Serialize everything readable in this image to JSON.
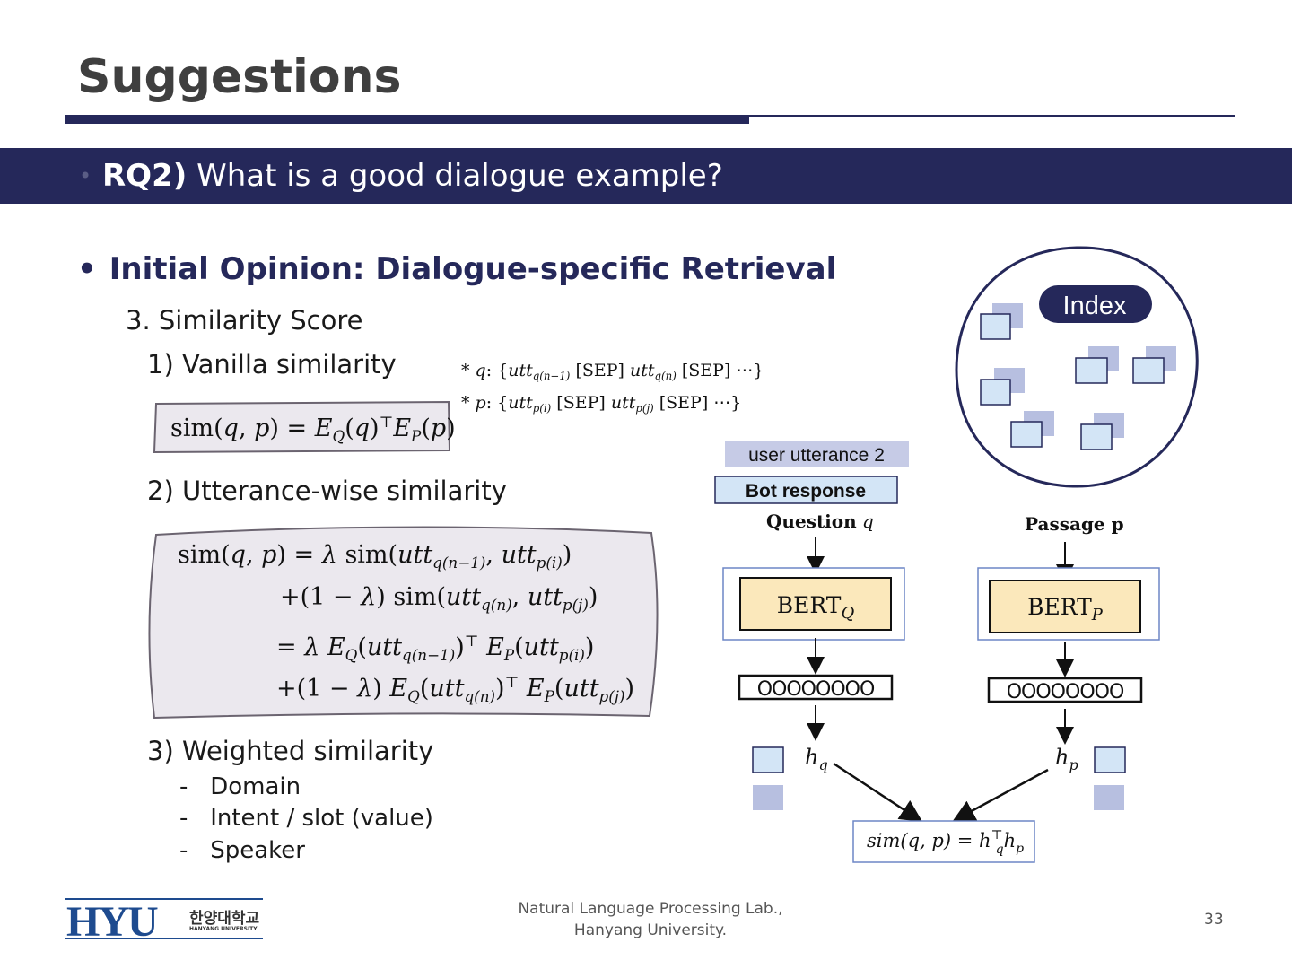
{
  "title": "Suggestions",
  "banner": {
    "label": "RQ2)",
    "text": " What is a good dialogue example?"
  },
  "heading": "Initial Opinion: Dialogue-specific Retrieval",
  "section": "3. Similarity Score",
  "item1": "1) Vanilla similarity",
  "item2": "2) Utterance-wise similarity",
  "item3": "3) Weighted similarity",
  "weights": [
    "Domain",
    "Intent / slot (value)",
    "Speaker"
  ],
  "diagram": {
    "index_label": "Index",
    "user_utt": "user utterance 2",
    "bot_resp": "Bot response",
    "question_label": "Question",
    "passage_label": "Passage p",
    "bert_q": "BERT",
    "bert_p": "BERT",
    "vector_q": "OOOOOOOO",
    "vector_p": "OOOOOOOO"
  },
  "footer": {
    "lab_line1": "Natural Language Processing Lab.,",
    "lab_line2": "Hanyang University.",
    "page": "33"
  },
  "logo": {
    "text": "HYU",
    "korean": "한양대학교",
    "english": "HANYANG UNIVERSITY"
  },
  "colors": {
    "navy": "#25285a",
    "box_fill": "#fbe8bb",
    "square_fill": "#d3e5f6",
    "square_shadow": "#b7bfe0"
  }
}
